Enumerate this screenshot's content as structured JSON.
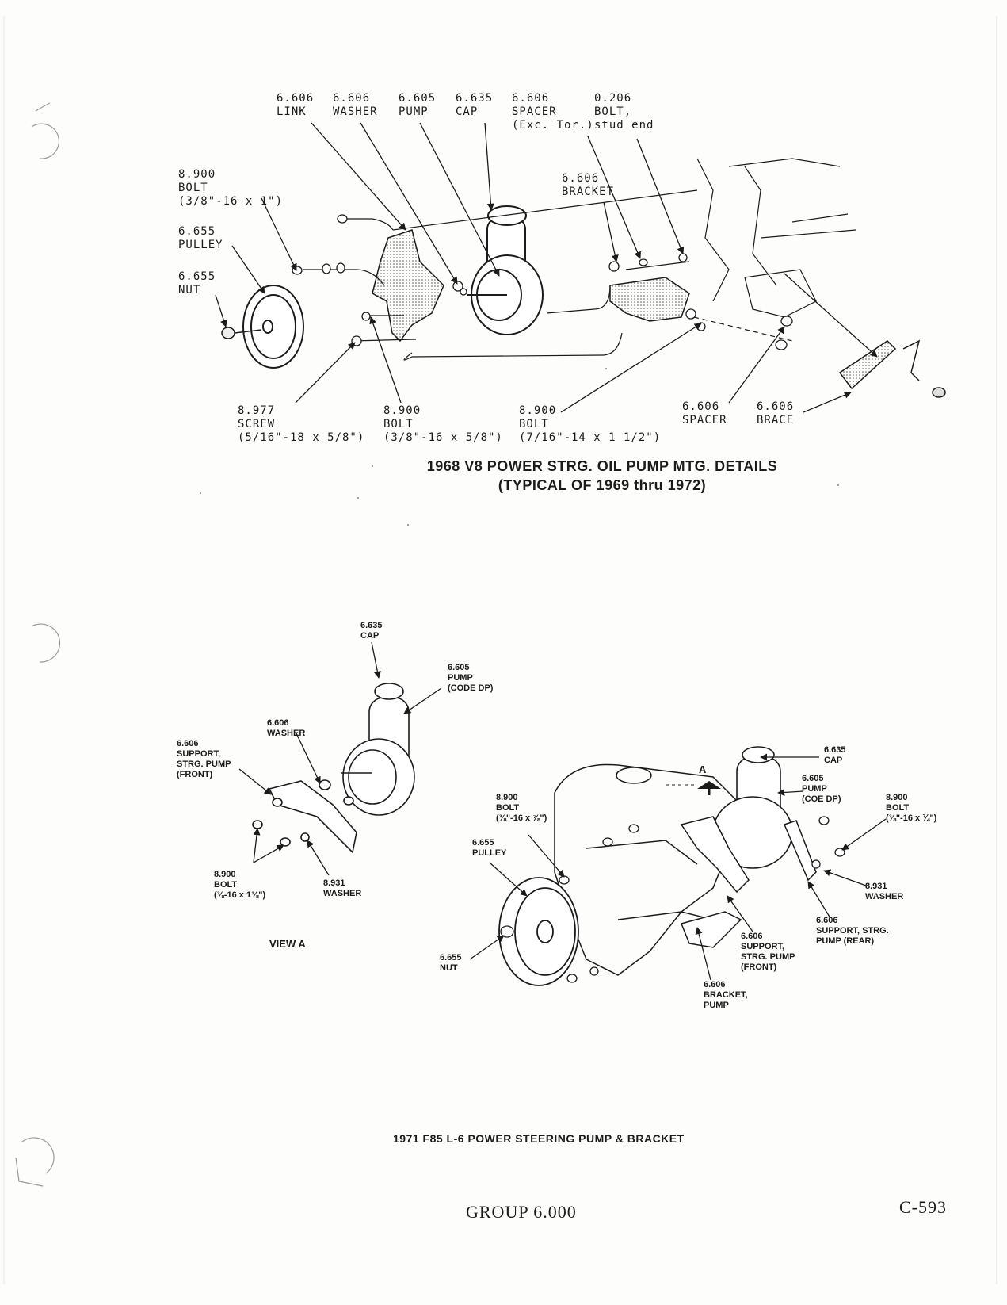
{
  "diagram_top": {
    "title_line1": "1968 V8 POWER STRG. OIL PUMP MTG. DETAILS",
    "title_line2": "(TYPICAL OF 1969 thru 1972)",
    "labels": {
      "link": "6.606\nLINK",
      "washer": "6.606\nWASHER",
      "pump": "6.605\nPUMP",
      "cap": "6.635\nCAP",
      "spacer_top": "6.606\nSPACER\n(Exc. Tor.)",
      "bolt_stud": "0.206\nBOLT,\nstud end",
      "bolt_left": "8.900\nBOLT\n(3/8\"-16 x 1\")",
      "pulley": "6.655\nPULLEY",
      "nut": "6.655\nNUT",
      "bracket": "6.606\nBRACKET",
      "screw": "8.977\nSCREW\n(5/16\"-18 x 5/8\")",
      "bolt_mid": "8.900\nBOLT\n(3/8\"-16 x 5/8\")",
      "bolt_right": "8.900\nBOLT\n(7/16\"-14 x 1 1/2\")",
      "spacer_bottom": "6.606\nSPACER",
      "brace": "6.606\nBRACE"
    }
  },
  "diagram_view_a": {
    "caption": "VIEW A",
    "labels": {
      "cap": "6.635\nCAP",
      "pump": "6.605\nPUMP\n(CODE DP)",
      "washer": "6.606\nWASHER",
      "support_front": "6.606\nSUPPORT,\nSTRG. PUMP\n(FRONT)",
      "bolt": "8.900\nBOLT\n(⅜-16 x 1⅛\")",
      "washer_8931": "8.931\nWASHER"
    }
  },
  "diagram_main_b": {
    "title": "1971 F85 L-6 POWER STEERING PUMP & BRACKET",
    "arrow_marker": "A",
    "labels": {
      "cap": "6.635\nCAP",
      "pump": "6.605\nPUMP\n(COE DP)",
      "bolt_right": "8.900\nBOLT\n(⅜\"-16 x ¾\")",
      "washer_right": "8.931\nWASHER",
      "support_rear": "6.606\nSUPPORT, STRG.\nPUMP (REAR)",
      "support_front": "6.606\nSUPPORT,\nSTRG. PUMP\n(FRONT)",
      "bracket_pump": "6.606\nBRACKET,\nPUMP",
      "bolt_left": "8.900\nBOLT\n(⅜\"-16 x ⅞\")",
      "pulley": "6.655\nPULLEY",
      "nut": "6.655\nNUT"
    }
  },
  "footer": {
    "group": "GROUP 6.000",
    "page": "C-593"
  }
}
